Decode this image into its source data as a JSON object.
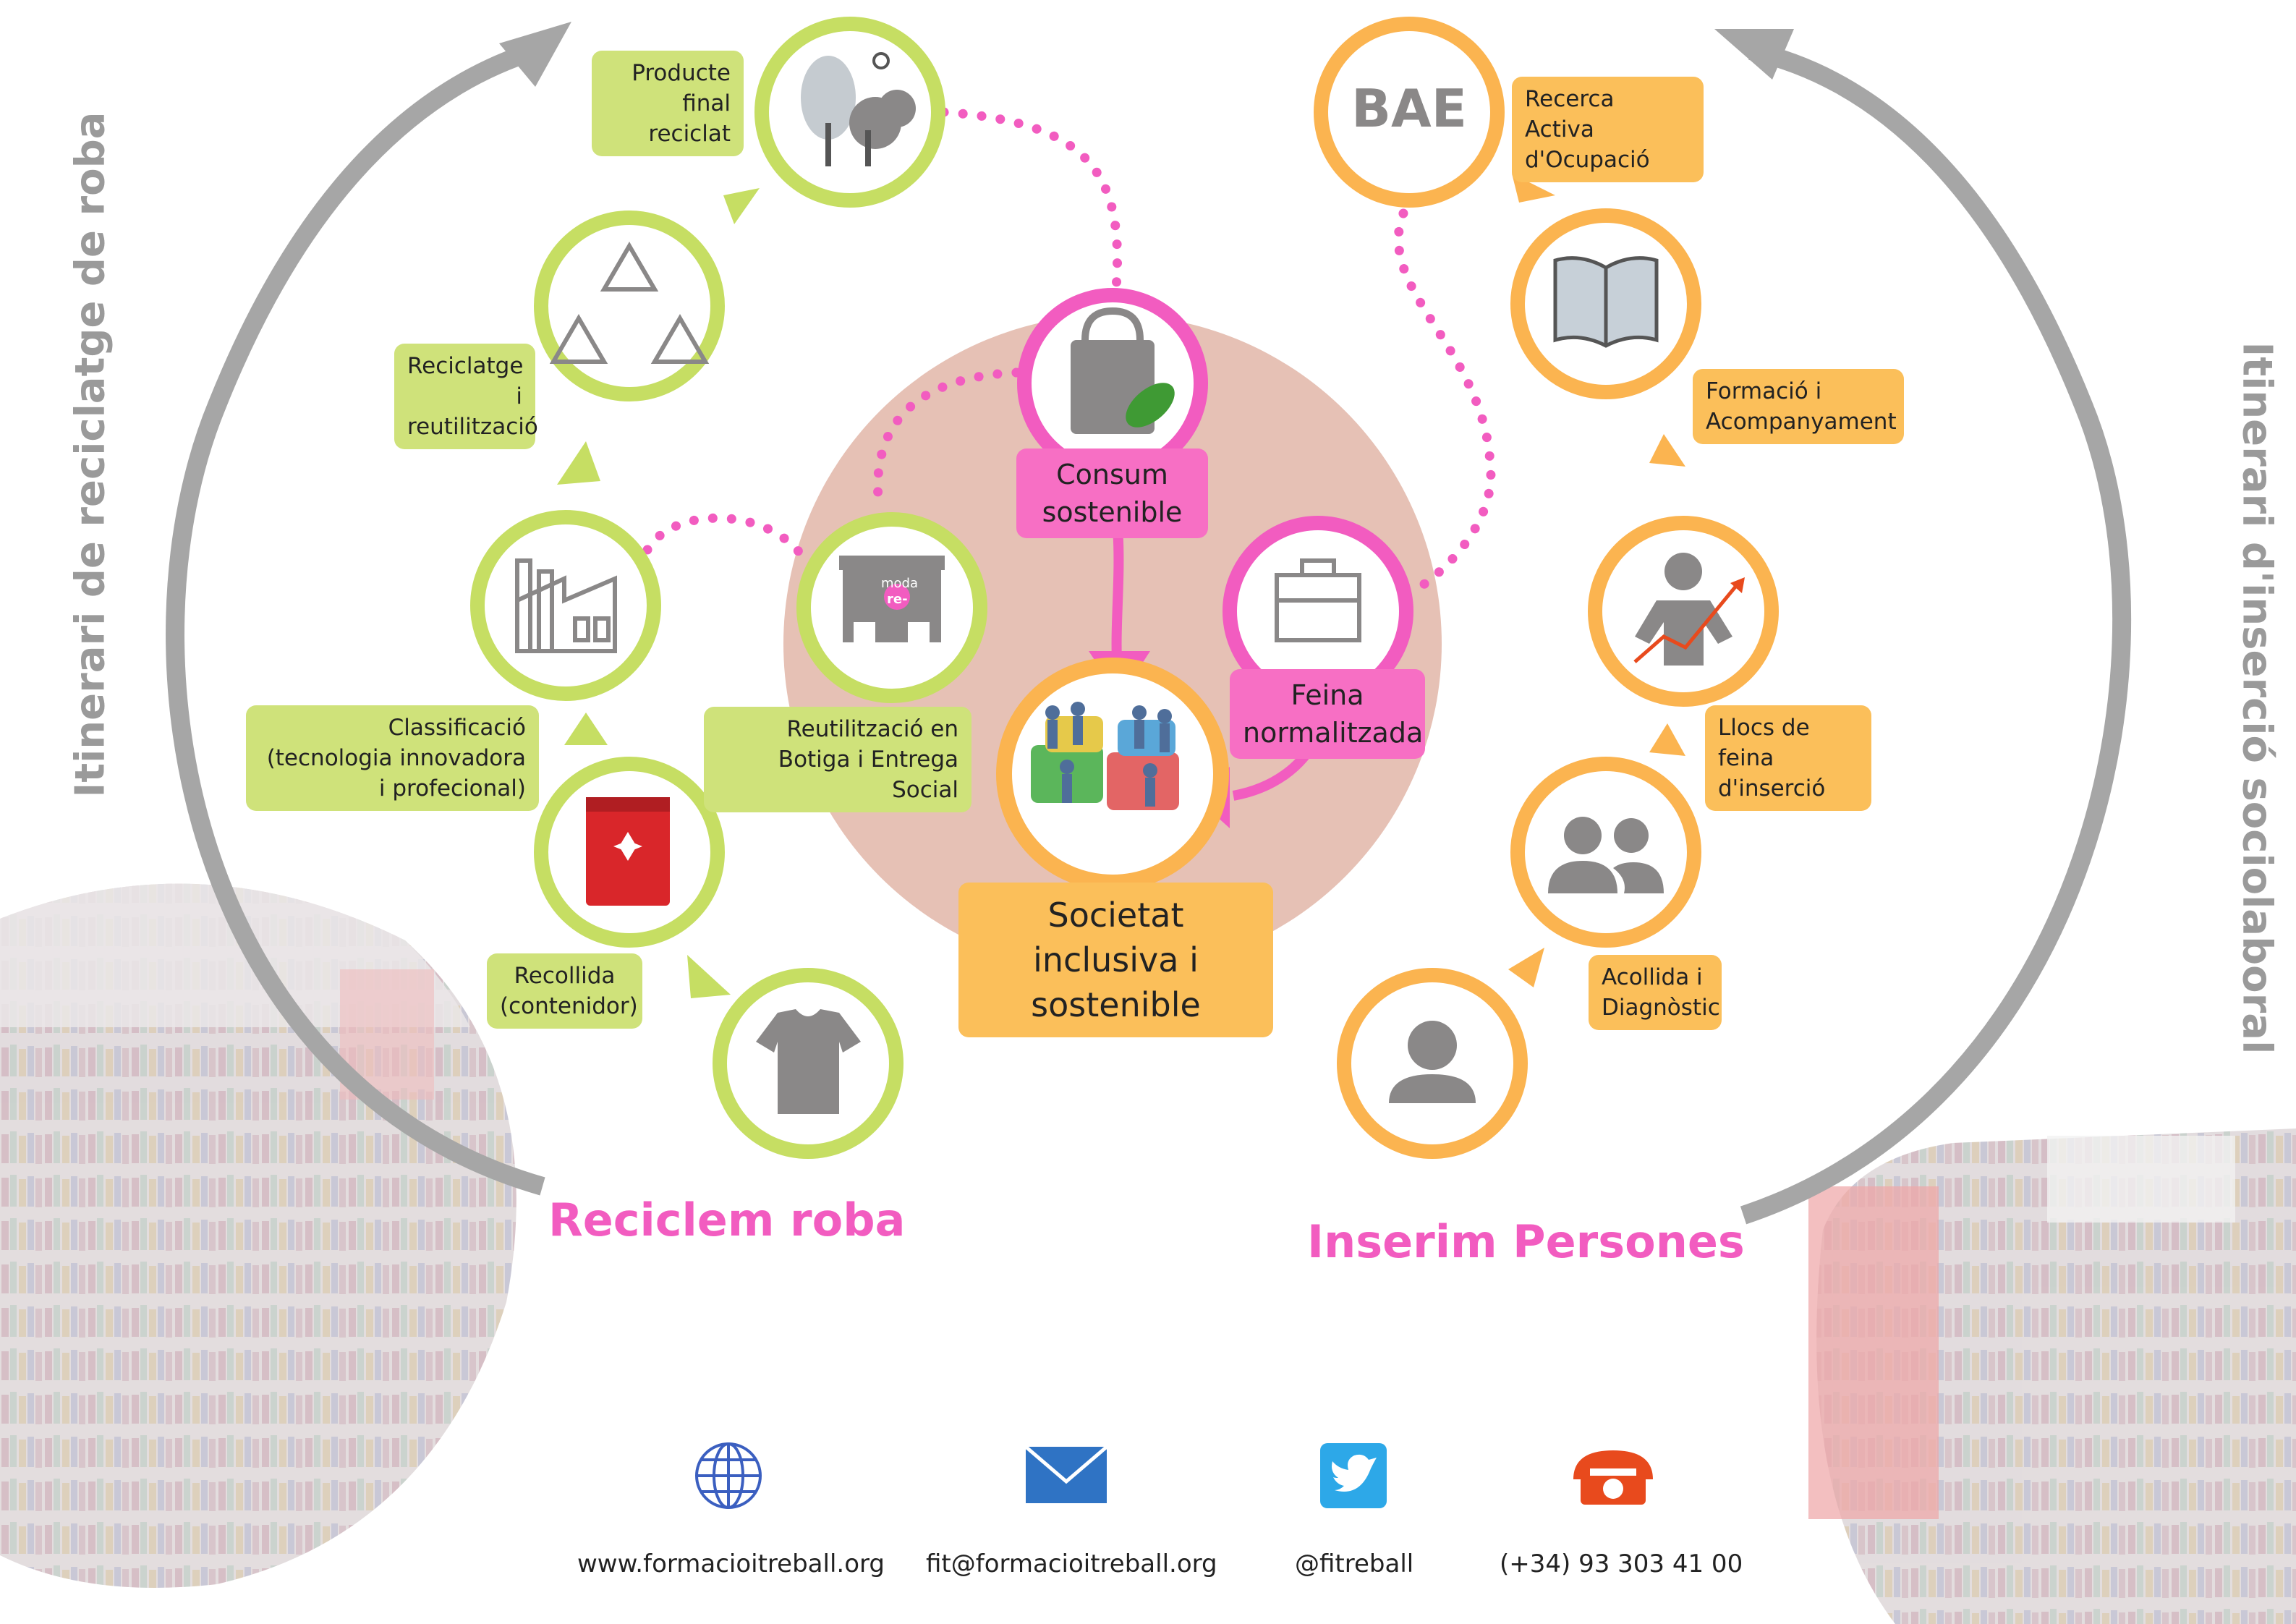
{
  "left_title": "Itinerari de reciclatge de roba",
  "right_title": "Itinerari d'inserció sociolaboral",
  "left_heading": "Reciclem roba",
  "right_heading": "Inserim Persones",
  "recycling_steps": {
    "final_product": "Producte final reciclat",
    "recycling": "Reciclatge i reutilització",
    "classification": "Classificació (tecnologia innovadora i profecional)",
    "collection": "Recollida (contenidor)",
    "shop": "Reutilització en Botiga i Entrega Social"
  },
  "insertion_steps": {
    "bae_label": "Recerca Activa d'Ocupació",
    "bae_icon_text": "BAE",
    "training": "Formació i Acompanyament",
    "insertion_jobs": "Llocs de feina d'inserció",
    "welcome": "Acollida i Diagnòstic"
  },
  "center": {
    "consumption": "Consum sostenible",
    "normal_job": "Feina normalitzada",
    "society": "Societat inclusiva i sostenible",
    "shop_sign_small": "moda",
    "shop_sign_badge": "re-"
  },
  "contacts": {
    "web": "www.formacioitreball.org",
    "email": "fit@formacioitreball.org",
    "twitter": "@fitreball",
    "phone": "(+34) 93 303 41 00"
  },
  "colors": {
    "green": "#c6de63",
    "green_label": "#cfe27a",
    "orange": "#fbb450",
    "orange_label": "#fbbf5a",
    "pink": "#f25cc0",
    "pink_label": "#f76fc4",
    "center_bg": "#e6c1b5",
    "arrow_grey": "#a6a6a6",
    "icon_grey": "#8a8888"
  }
}
